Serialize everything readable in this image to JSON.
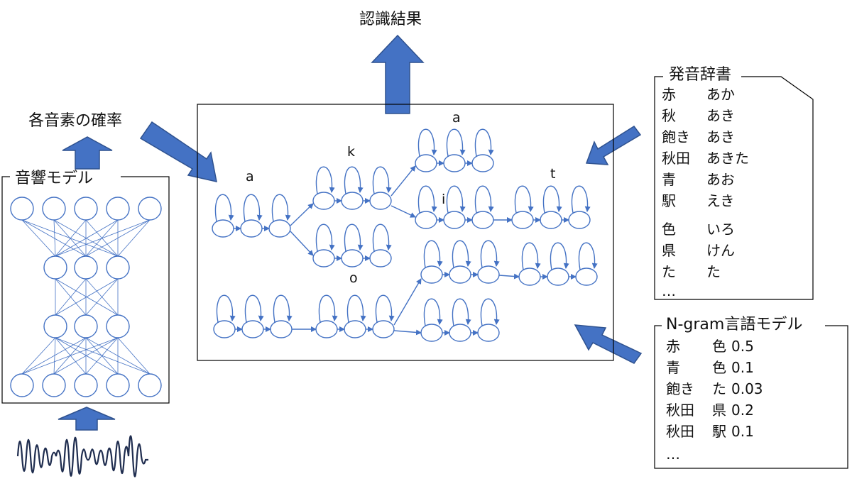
{
  "title": "認識結果",
  "phoneme_prob": "各音素の確率",
  "acoustic_model": {
    "title": "音響モデル"
  },
  "pron_dict": {
    "title": "発音辞書",
    "entries": [
      {
        "word": "赤",
        "reading": "あか"
      },
      {
        "word": "秋",
        "reading": "あき"
      },
      {
        "word": "飽き",
        "reading": "あき"
      },
      {
        "word": "秋田",
        "reading": "あきた"
      },
      {
        "word": "青",
        "reading": "あお"
      },
      {
        "word": "駅",
        "reading": "えき"
      },
      {
        "word": "色",
        "reading": "いろ"
      },
      {
        "word": "県",
        "reading": "けん"
      },
      {
        "word": "た",
        "reading": "た"
      }
    ],
    "ellipsis": "…"
  },
  "ngram": {
    "title": "N-gram言語モデル",
    "entries": [
      {
        "w1": "赤",
        "w2": "色",
        "p": "0.5"
      },
      {
        "w1": "青",
        "w2": "色",
        "p": "0.1"
      },
      {
        "w1": "飽き",
        "w2": "た",
        "p": "0.03"
      },
      {
        "w1": "秋田",
        "w2": "県",
        "p": "0.2"
      },
      {
        "w1": "秋田",
        "w2": "駅",
        "p": "0.1"
      }
    ],
    "ellipsis": "…"
  },
  "phonemes": {
    "a1": "a",
    "k": "k",
    "a2": "a",
    "i": "i",
    "t": "t",
    "o": "o"
  },
  "colors": {
    "accent": "#4472C4",
    "arrow_stroke": "#2F528F",
    "hmm_stroke": "#4472C4",
    "wave": "#1F2D4F"
  }
}
